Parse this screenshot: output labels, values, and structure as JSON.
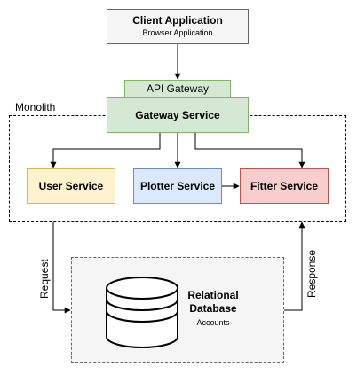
{
  "client": {
    "title": "Client Application",
    "subtitle": "Browser Application"
  },
  "api_gateway": {
    "label": "API Gateway"
  },
  "gateway_service": {
    "label": "Gateway Service"
  },
  "monolith": {
    "label": "Monolith"
  },
  "services": {
    "user": "User Service",
    "plotter": "Plotter Service",
    "fitter": "Fitter Service"
  },
  "database": {
    "title_line1": "Relational",
    "title_line2": "Database",
    "subtitle": "Accounts"
  },
  "edges": {
    "request": "Request",
    "response": "Response"
  },
  "colors": {
    "client_fill": "#f5f5f5",
    "gateway_fill": "#d5e8d4",
    "user_fill": "#fff2cc",
    "plotter_fill": "#dae8fc",
    "fitter_fill": "#f8cecc",
    "db_group_fill": "#f5f5f5"
  }
}
